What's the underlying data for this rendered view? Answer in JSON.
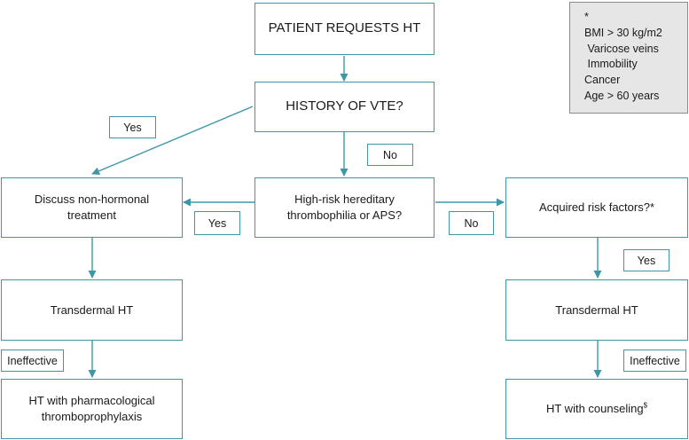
{
  "nodes": {
    "patient_requests": "PATIENT REQUESTS HT",
    "history_vte": "HISTORY OF VTE?",
    "thrombophilia": "High-risk hereditary thrombophilia or APS?",
    "discuss": "Discuss non-hormonal treatment",
    "acquired": "Acquired risk factors?*",
    "transdermal_left": "Transdermal HT",
    "transdermal_right": "Transdermal HT",
    "pharmaco": "HT with pharmacological thromboprophylaxis",
    "counseling": "HT with counseling",
    "counseling_sup": "$"
  },
  "edge_labels": {
    "vte_yes": "Yes",
    "vte_no": "No",
    "thrombo_yes": "Yes",
    "thrombo_no": "No",
    "acquired_yes": "Yes",
    "left_ineffective": "Ineffective",
    "right_ineffective": "Ineffective"
  },
  "note": {
    "asterisk": "*",
    "lines": [
      "BMI > 30 kg/m2",
      " Varicose veins",
      " Immobility",
      "Cancer",
      "Age > 60 years"
    ]
  },
  "colors": {
    "accent": "#3e97a8",
    "note_bg": "#e6e6e6",
    "note_border": "#8a8a8a"
  }
}
